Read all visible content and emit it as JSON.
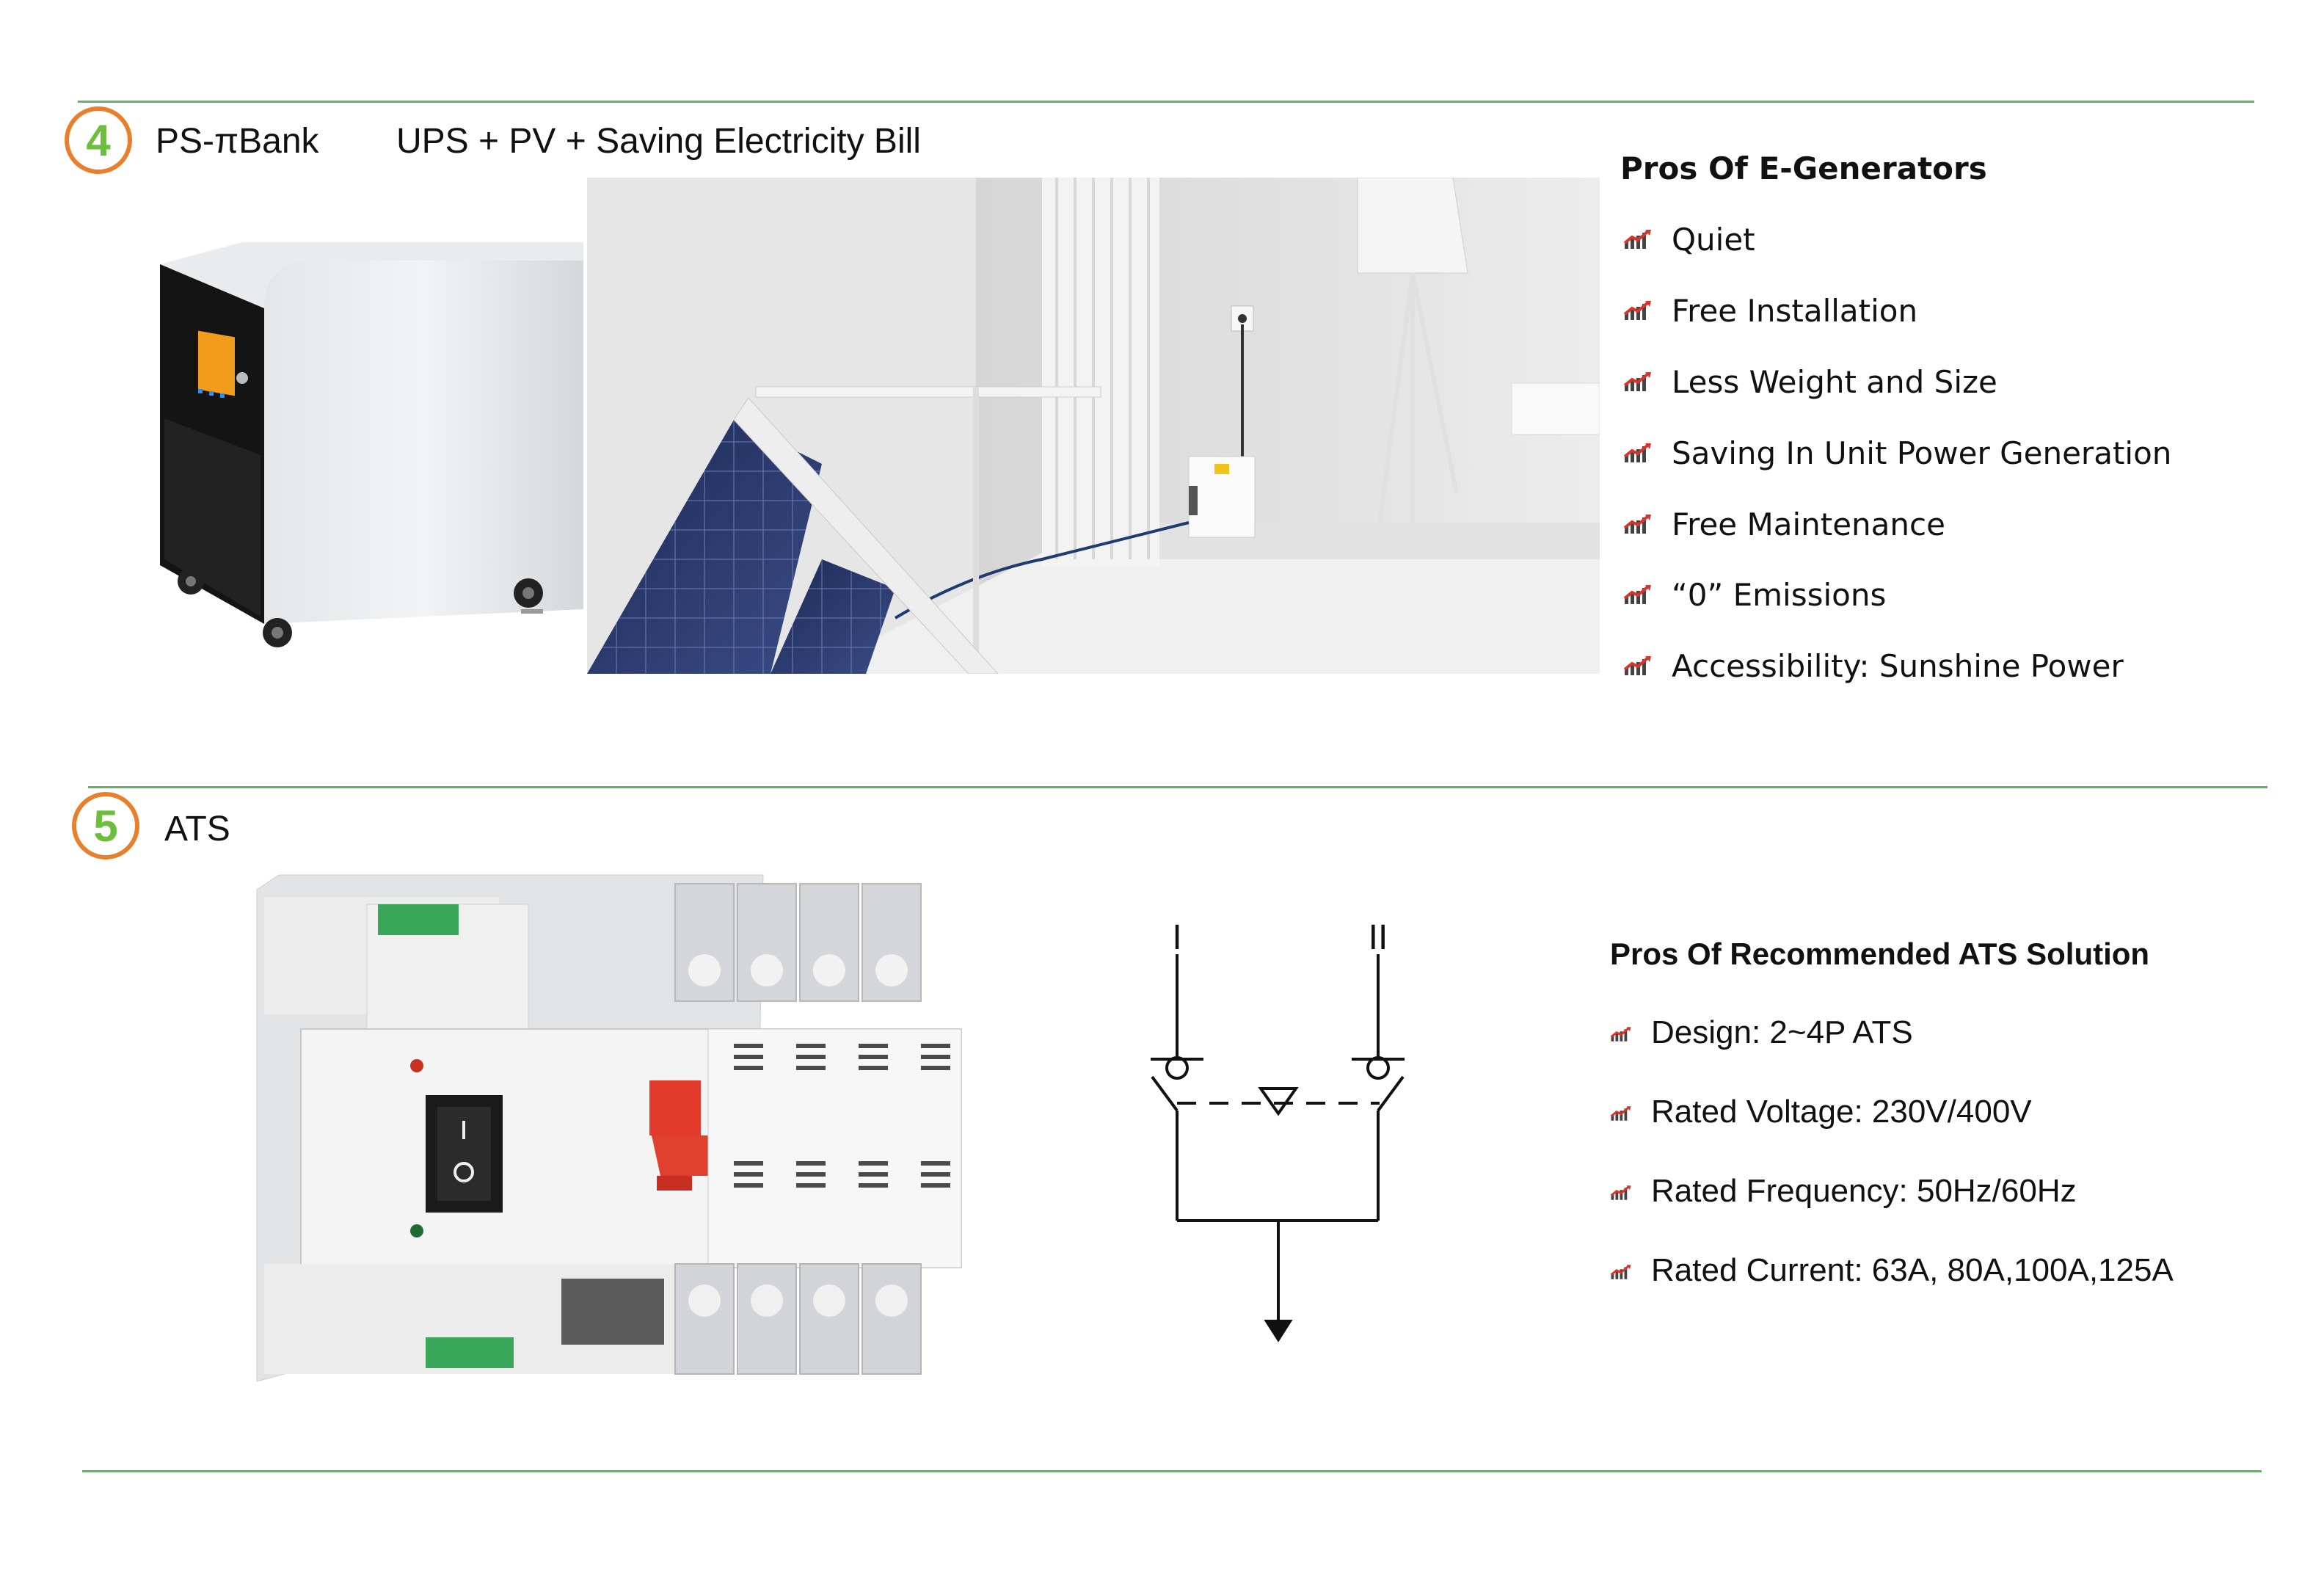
{
  "section4": {
    "number": "4",
    "title": "PS-πBank",
    "subtitle": "UPS + PV + Saving Electricity Bill",
    "pros_title": "Pros Of E-Generators",
    "pros": [
      {
        "label": "Quiet",
        "icon": "growth-chart-icon"
      },
      {
        "label": "Free Installation",
        "icon": "growth-chart-icon"
      },
      {
        "label": "Less Weight and Size",
        "icon": "growth-chart-icon"
      },
      {
        "label": "Saving In Unit Power Generation",
        "icon": "growth-chart-icon"
      },
      {
        "label": "Free Maintenance",
        "icon": "growth-chart-icon"
      },
      {
        "label": "“0”  Emissions",
        "icon": "growth-chart-icon"
      },
      {
        "label": "Accessibility: Sunshine Power",
        "icon": "growth-chart-icon"
      }
    ]
  },
  "section5": {
    "number": "5",
    "title": "ATS",
    "pros_title": "Pros Of Recommended ATS Solution",
    "pros": [
      {
        "label": "Design: 2~4P ATS",
        "icon": "growth-chart-icon"
      },
      {
        "label": "Rated Voltage: 230V/400V",
        "icon": "growth-chart-icon"
      },
      {
        "label": "Rated Frequency: 50Hz/60Hz",
        "icon": "growth-chart-icon"
      },
      {
        "label": "Rated Current: 63A, 80A,100A,125A",
        "icon": "growth-chart-icon"
      }
    ],
    "diagram": {
      "source_1_label": "I",
      "source_2_label": "II"
    }
  },
  "colors": {
    "accent_green": "#5cb85c",
    "circle_orange": "#e87f2d",
    "number_green": "#6bbf3b",
    "icon_red": "#d9342b"
  }
}
